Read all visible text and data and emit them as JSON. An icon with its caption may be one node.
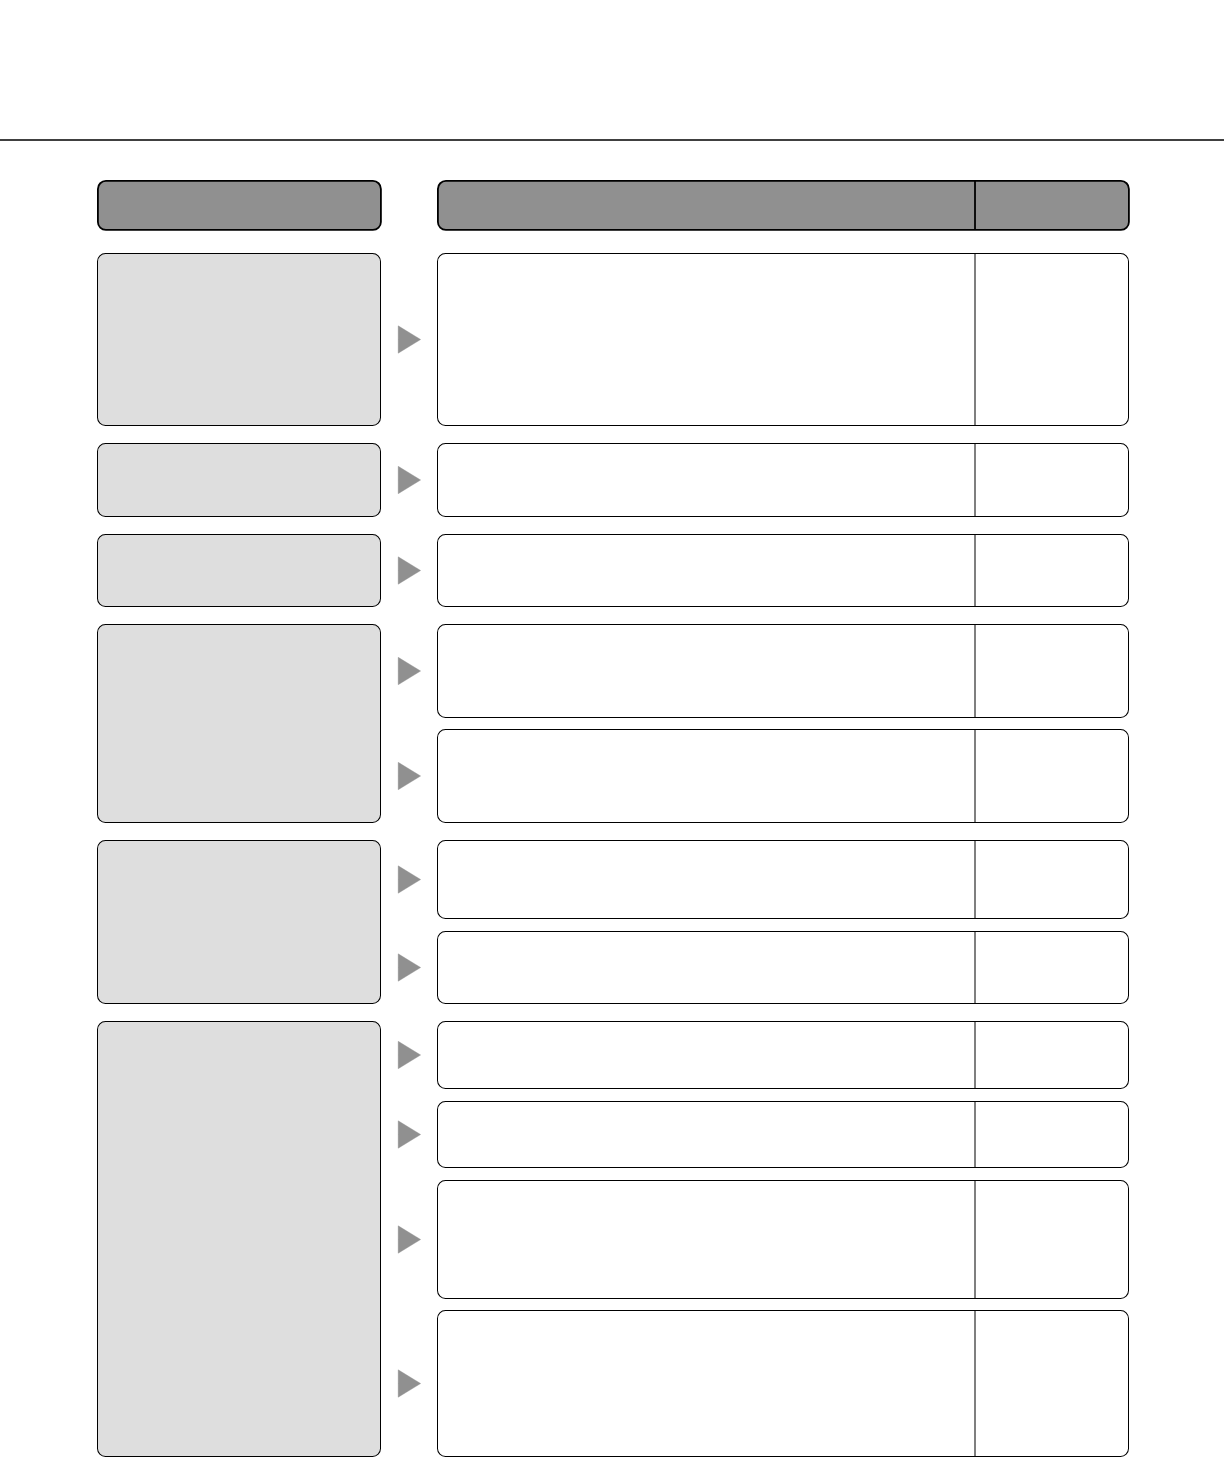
{
  "diagram": {
    "nodes": [
      {
        "text": [],
        "shape": "box"
      },
      {
        "text": [],
        "shape": "box"
      },
      {
        "text": [],
        "shape": "box"
      },
      {
        "text": [],
        "shape": "box"
      },
      {
        "text": [],
        "shape": "box"
      },
      {
        "text": [],
        "shape": "box"
      },
      {
        "text": [],
        "shape": "box"
      },
      {
        "text": [],
        "shape": "box"
      },
      {
        "text": [],
        "shape": "box"
      },
      {
        "text": [],
        "shape": "box"
      },
      {
        "text": [],
        "shape": "box"
      },
      {
        "text": [],
        "shape": "box"
      },
      {
        "text": [],
        "shape": "box"
      },
      {
        "text": [],
        "shape": "box"
      },
      {
        "text": [],
        "shape": "box"
      },
      {
        "text": [],
        "shape": "box"
      },
      {
        "text": [],
        "shape": "box"
      },
      {
        "text": [],
        "shape": "box"
      },
      {
        "text": [],
        "shape": "box"
      }
    ],
    "edges": [
      {
        "from": 2,
        "to": 3,
        "arrow": "to"
      },
      {
        "from": 4,
        "to": 5,
        "arrow": "to"
      },
      {
        "from": 6,
        "to": 7,
        "arrow": "to"
      },
      {
        "from": 8,
        "to": 9,
        "arrow": "to"
      },
      {
        "from": 8,
        "to": 10,
        "arrow": "to"
      },
      {
        "from": 11,
        "to": 12,
        "arrow": "to"
      },
      {
        "from": 11,
        "to": 13,
        "arrow": "to"
      },
      {
        "from": 14,
        "to": 15,
        "arrow": "to"
      },
      {
        "from": 14,
        "to": 16,
        "arrow": "to"
      },
      {
        "from": 14,
        "to": 17,
        "arrow": "to"
      },
      {
        "from": 14,
        "to": 18,
        "arrow": "to"
      }
    ]
  }
}
